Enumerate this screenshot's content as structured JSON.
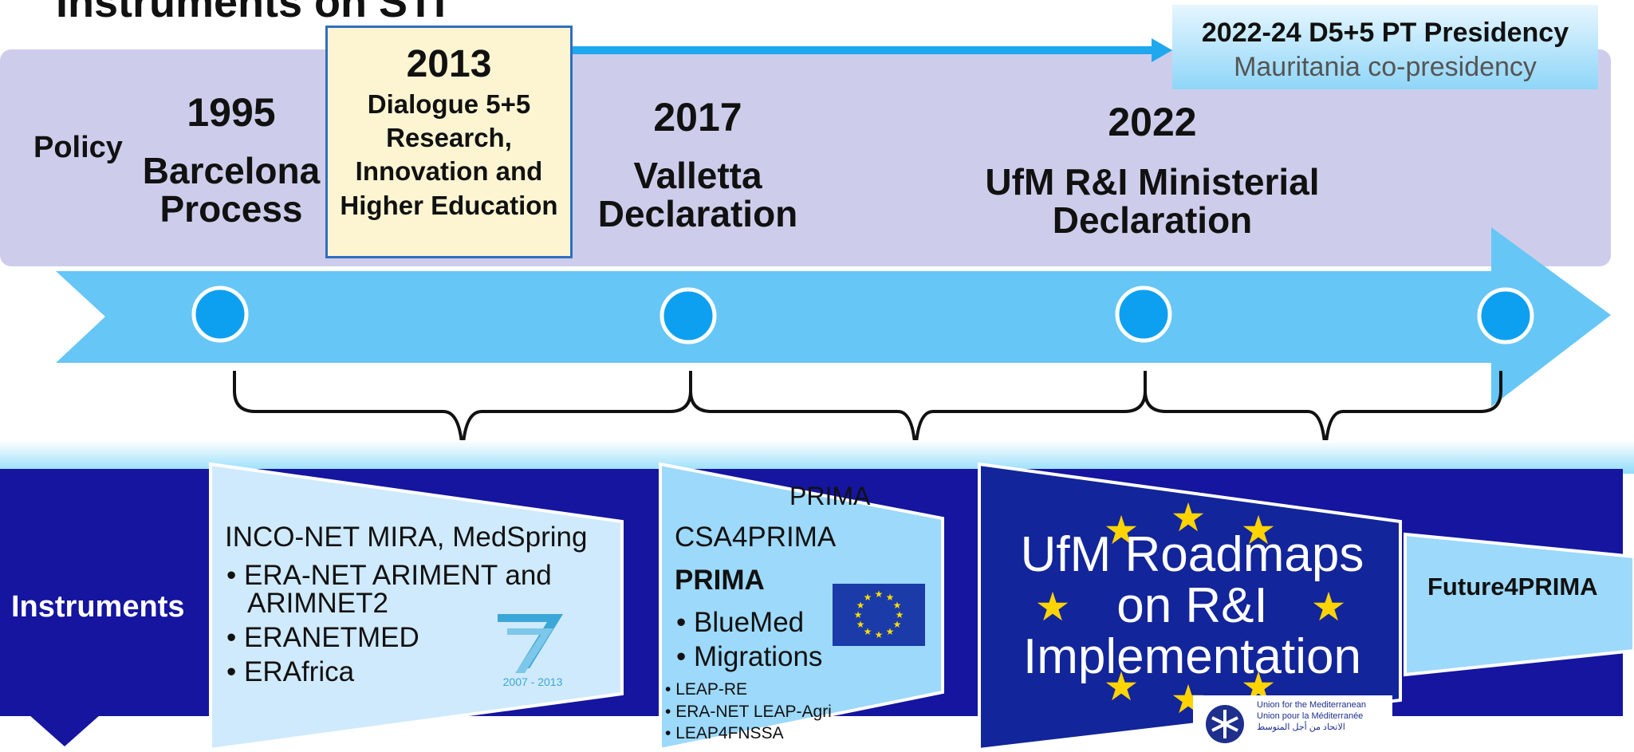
{
  "title": "Instruments on STI",
  "presidency": {
    "line1": "2022-24 D5+5 PT Presidency",
    "line2": "Mauritania co-presidency"
  },
  "policy_label": "Policy",
  "milestones": [
    {
      "year": "1995",
      "event": "Barcelona Process"
    },
    {
      "year": "2013",
      "event": "Dialogue 5+5 Research, Innovation and Higher Education"
    },
    {
      "year": "2017",
      "event": "Valletta Declaration"
    },
    {
      "year": "2022",
      "event": "UfM R&I Ministerial Declaration"
    }
  ],
  "instruments_label": "Instruments",
  "panel1": {
    "heading": "INCO-NET MIRA, MedSpring",
    "items": [
      "ERA-NET ARIMENT and ARIMNET2",
      "ERANETMED",
      "ERAfrica"
    ],
    "logo_years": "2007 - 2013"
  },
  "panel2": {
    "overlap_text": "PRIMA",
    "heading": "CSA4PRIMA",
    "bold": "PRIMA",
    "items": [
      "BlueMed",
      "Migrations"
    ],
    "small_items": [
      "LEAP-RE",
      "ERA-NET LEAP-Agri",
      "LEAP4FNSSA"
    ]
  },
  "panel3": {
    "text": "UfM Roadmaps on R&I Implementation",
    "ufm_logo": [
      "Union for the Mediterranean",
      "Union pour la Méditerranée",
      "الاتحاد من أجل المتوسط"
    ]
  },
  "panel4": {
    "text": "Future4PRIMA"
  },
  "colors": {
    "policy_band": "#cdcdeb",
    "arrow": "#66c6f6",
    "instruments_band": "#1515a0",
    "node": "#0ea0f0"
  }
}
